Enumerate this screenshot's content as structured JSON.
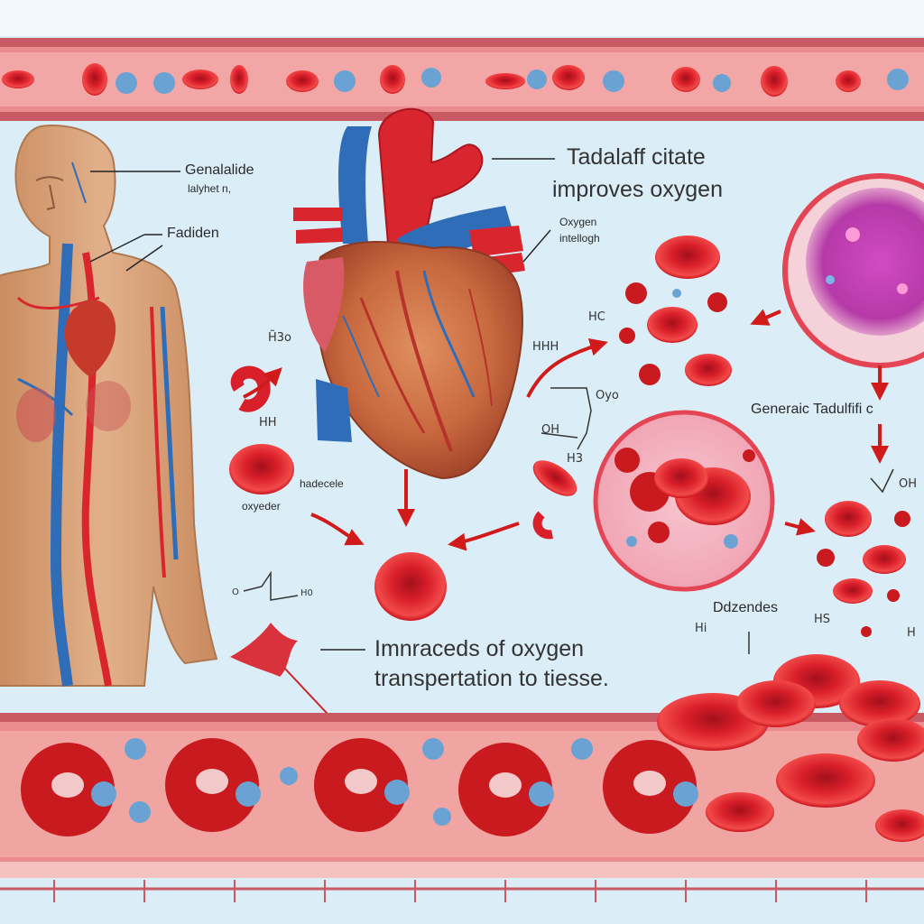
{
  "labels": {
    "body_top_1": "Genalalide",
    "body_top_2": "lalyhet n,",
    "body_mid": "Fadiden",
    "title_1": "Tadalaff citate",
    "title_2": "improves oxygen",
    "heart_side_1": "Oxygen",
    "heart_side_2": "intellogh",
    "right_mid": "Generaic Tadulfifi c",
    "rbc_1": "hadecele",
    "rbc_2": "oxyeder",
    "bottom_1": "Imnraceds of oxygen",
    "bottom_2": "transpertation to tiesse.",
    "lower_right": "Ddzendes"
  },
  "chem": {
    "h3o": "H̃3o",
    "hh_left": "HH",
    "hc": "HC",
    "hhh": "HHH",
    "oy": "Oyo",
    "oh_left": "OH",
    "h3": "H3",
    "oh_right": "OH",
    "small_o": "O",
    "small_h0": "H0",
    "hs": "HS",
    "hi": "Hi",
    "h_right": "H"
  },
  "colors": {
    "background": "#dbeef8",
    "vessel": "#e98b8f",
    "blood_cell": "#d91f2a",
    "artery": "#d9262e",
    "vein": "#2f6db8",
    "skin": "#d9a37a",
    "platelet": "#6aa2d4",
    "arrow": "#d11a1a"
  },
  "icons": [
    "human-figure",
    "heart",
    "blood-cell",
    "tissue-circle",
    "arrow",
    "vessel-band"
  ]
}
